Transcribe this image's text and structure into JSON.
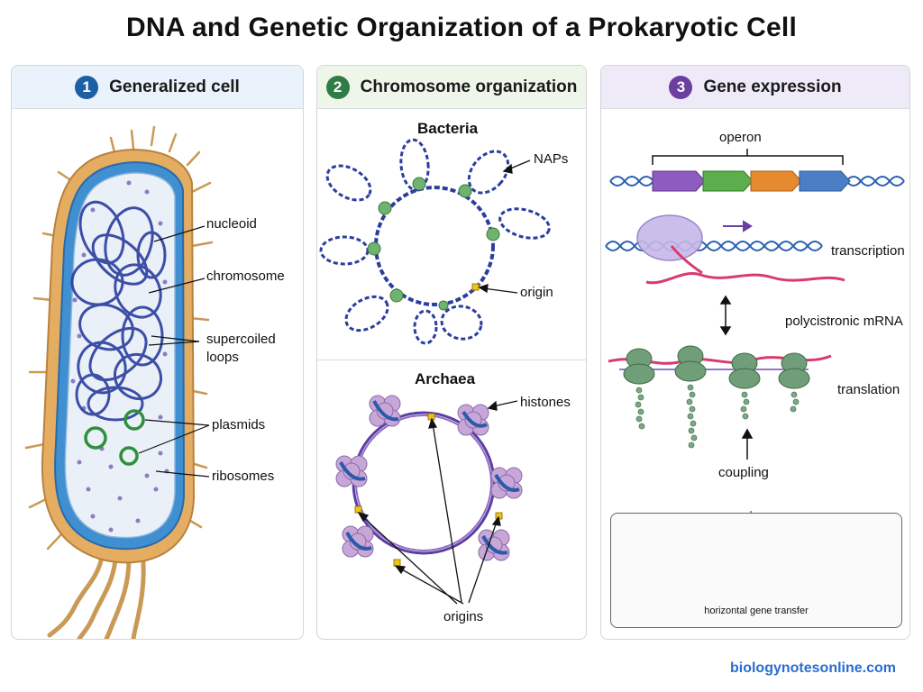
{
  "title": "DNA and Genetic Organization of a Prokaryotic Cell",
  "panels": [
    {
      "number": "1",
      "title": "Generalized cell"
    },
    {
      "number": "2",
      "title": "Chromosome organization"
    },
    {
      "number": "3",
      "title": "Gene expression"
    }
  ],
  "cell_labels": {
    "nucleoid": "nucleoid",
    "chromosome": "chromosome",
    "supercoiled_1": "supercoiled",
    "supercoiled_2": "loops",
    "plasmids": "plasmids",
    "ribosomes": "ribosomes"
  },
  "chromosome": {
    "bacteria_title": "Bacteria",
    "naps": "NAPs",
    "origin": "origin",
    "archaea_title": "Archaea",
    "histones": "histones",
    "origins": "origins"
  },
  "expression": {
    "operon": "operon",
    "transcription": "transcription",
    "polycistronic": "polycistronic mRNA",
    "translation": "translation",
    "coupling": "coupling",
    "hgt": "horizontal gene transfer"
  },
  "colors": {
    "dna": "#2b3d9e",
    "nap": "#6fb36f",
    "histone": "#c7a7d8",
    "mrna": "#d93a6f",
    "gene_1": "#8e5bc0",
    "gene_2": "#5aae4b",
    "gene_3": "#e58a2e",
    "gene_4": "#4a7fc6"
  },
  "footer": "biologynotesonline.com"
}
